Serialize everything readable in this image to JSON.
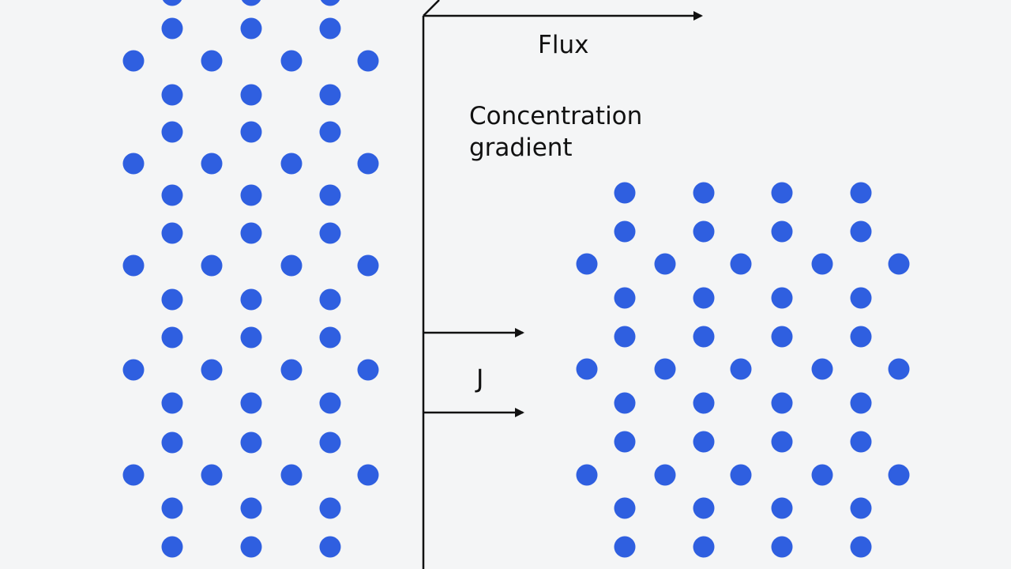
{
  "labels": {
    "flux": "Flux",
    "gradient_line1": "Concentration",
    "gradient_line2": "gradient",
    "j": "J"
  },
  "colors": {
    "background": "#f4f5f6",
    "particle": "#2f5fe0",
    "line": "#111111"
  }
}
